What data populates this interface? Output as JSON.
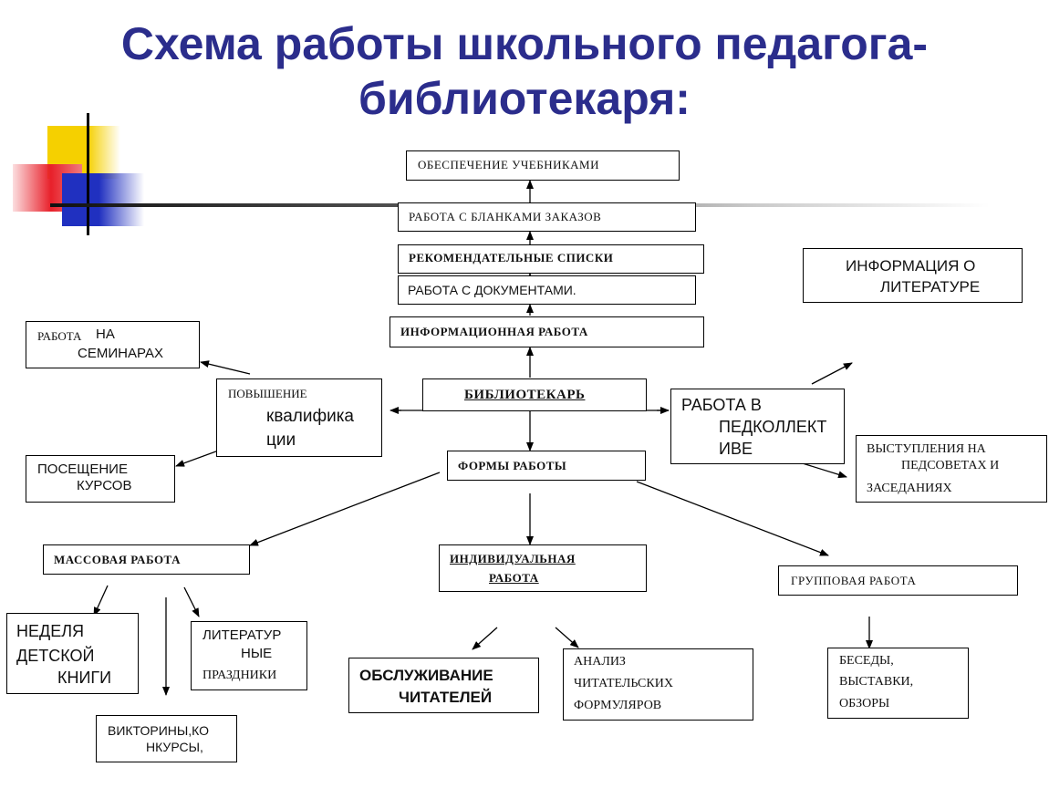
{
  "title": {
    "line1": "Схема работы школьного педагога-",
    "line2": "библиотекаря:"
  },
  "boxes": {
    "obespechenie": "ОБЕСПЕЧЕНИЕ УЧЕБНИКАМИ",
    "blanki": "РАБОТА С БЛАНКАМИ ЗАКАЗОВ",
    "rekomend": "РЕКОМЕНДАТЕЛЬНЫЕ СПИСКИ",
    "dokumenty": "РАБОТА С ДОКУМЕНТАМИ.",
    "inform_rabota": "ИНФОРМАЦИОННАЯ РАБОТА",
    "inform_lit_1": "ИНФОРМАЦИЯ О",
    "inform_lit_2": "ЛИТЕРАТУРЕ",
    "seminary_1": "РАБОТА",
    "seminary_1b": "НА",
    "seminary_2": "СЕМИНАРАХ",
    "povyshenie_1": "ПОВЫШЕНИЕ",
    "povyshenie_2": "квалифика",
    "povyshenie_3": "ции",
    "bibliotekar": "БИБЛИОТЕКАРЬ",
    "pedkollektiv_1": "РАБОТА В",
    "pedkollektiv_2": "ПЕДКОЛЛЕКТ",
    "pedkollektiv_3": "ИВЕ",
    "kursy_1": "ПОСЕЩЕНИЕ",
    "kursy_2": "КУРСОВ",
    "formy": "ФОРМЫ РАБОТЫ",
    "vystupleniya_1": "ВЫСТУПЛЕНИЯ НА",
    "vystupleniya_2": "ПЕДСОВЕТАХ И",
    "vystupleniya_3": "ЗАСЕДАНИЯХ",
    "massovaya": "МАССОВАЯ РАБОТА",
    "individ_1": "ИНДИВИДУАЛЬНАЯ",
    "individ_2": "РАБОТА",
    "gruppovaya": "ГРУППОВАЯ РАБОТА",
    "nedelya_1": "НЕДЕЛЯ",
    "nedelya_2": "ДЕТСКОЙ",
    "nedelya_3": "КНИГИ",
    "prazdniki_1": "ЛИТЕРАТУР",
    "prazdniki_2": "НЫЕ",
    "prazdniki_3": "ПРАЗДНИКИ",
    "obsluzh_1": "ОБСЛУЖИВАНИЕ",
    "obsluzh_2": "ЧИТАТЕЛЕЙ",
    "analiz_1": "АНАЛИЗ",
    "analiz_2": "ЧИТАТЕЛЬСКИХ",
    "analiz_3": "ФОРМУЛЯРОВ",
    "besedy_1": "БЕСЕДЫ,",
    "besedy_2": "ВЫСТАВКИ,",
    "besedy_3": "ОБЗОРЫ",
    "viktoriny_1": "ВИКТОРИНЫ,КО",
    "viktoriny_2": "НКУРСЫ,"
  },
  "colors": {
    "title": "#2b2d8c",
    "deco_yellow": "#f5d000",
    "deco_red": "#e8202a",
    "deco_blue": "#2030c0"
  }
}
